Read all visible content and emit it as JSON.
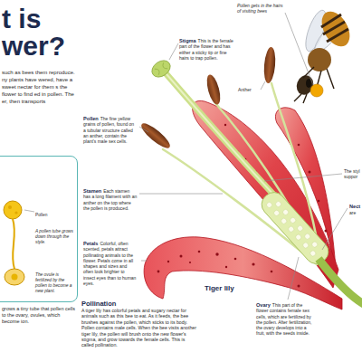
{
  "diagram": {
    "title": "t is wer?",
    "nodes": [
      {
        "text": [
          "Pollen",
          "A pollen tube grows down through the style.",
          "The ovule is fertilized by the pollen to become a new plant."
        ]
      }
    ],
    "labels": [
      "Pollen gets in the hairs of visiting bees",
      "Anther",
      "Stigma",
      "This is the female part of the flower and has either a sticky tip or fine hairs to trap pollen.",
      "Pollen",
      "The fine yellow grains of pollen, found on a tubular structure called an anther, contain the plant's male sex cells.",
      "Stamen",
      "Each stamen has a long filament with an anther on the top where the pollen is produced.",
      "Petals",
      "Colorful, often scented, petals attract pollinating animals to the flower. Petals come in all shapes and sizes and often look brighter to insect eyes than to human eyes.",
      "Tiger lily",
      "Ovary",
      "This part of the flower contains female sex cells, which are fertilized by the pollen. After fertilization, the ovary develops into a fruit, with the seeds inside.",
      "Pollination",
      "A tiger lily has colorful petals and sugary nectar for animals such as this bee to eat. As it feeds, the bee brushes against the pollen, which sticks to its body. Pollen contains male cells. When the bee visits another tiger lily, the pollen will brush onto the new flower's stigma, and grow towards the female cells. This is called pollination.",
      "such as bees them reproduce. ny plants have wered, have a sweet nectar for them s the flower to find ed in pollen. The er, then transports",
      "grows a tiny tube that pollen cells to the ovary, ovules, which become ion.",
      "The styl suppor",
      "Nect",
      "are"
    ]
  }
}
